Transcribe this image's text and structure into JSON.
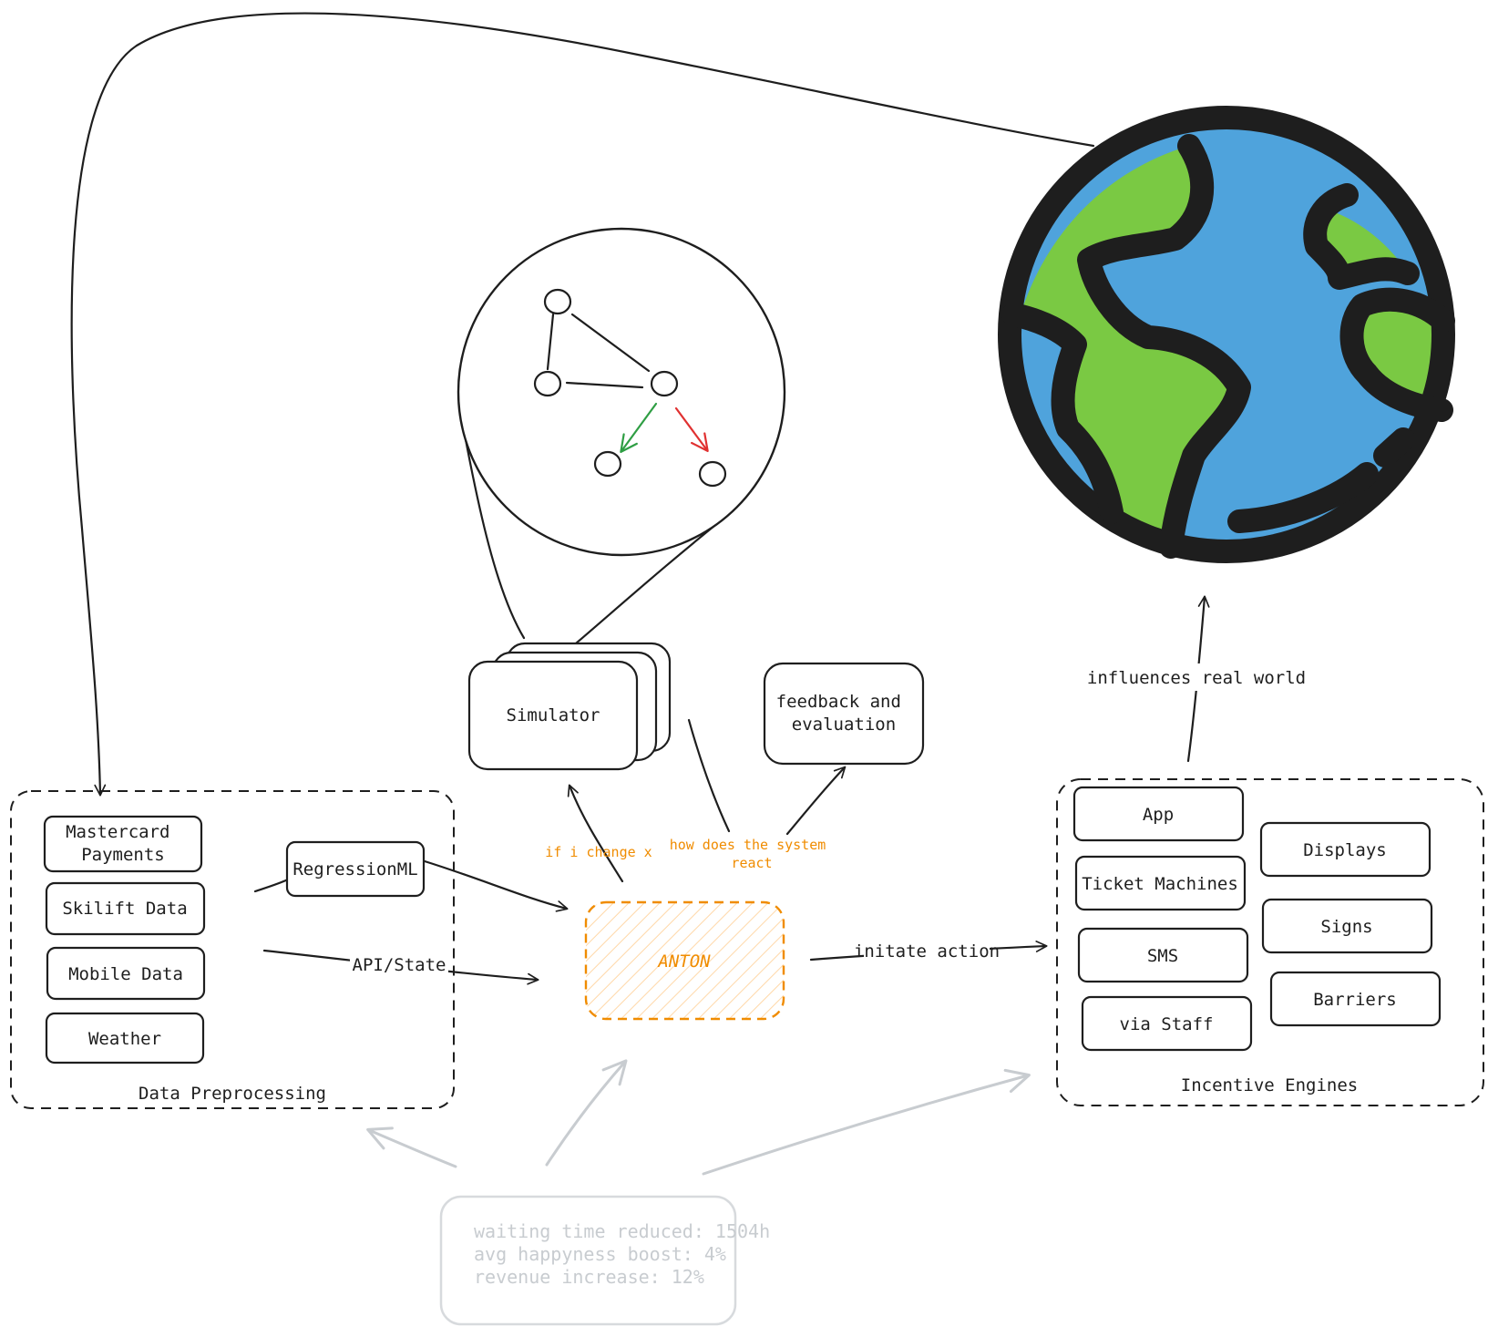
{
  "colors": {
    "ink": "#1e1e1e",
    "accent_orange": "#f08c00",
    "faded_gray": "#c8ccd0",
    "ocean_blue": "#4fa3dc",
    "land_green": "#7ac943",
    "edge_green": "#2f9e44",
    "edge_red": "#e03131"
  },
  "icons": {
    "world": "globe-icon",
    "graph": "causal-graph-icon"
  },
  "data_preprocessing": {
    "title": "Data Preprocessing",
    "items": [
      "Mastercard\nPayments",
      "Skilift Data",
      "Mobile Data",
      "Weather"
    ],
    "model": "RegressionML"
  },
  "simulator": {
    "label": "Simulator"
  },
  "feedback": {
    "label": "feedback and\nevaluation"
  },
  "anton": {
    "label": "ANTON"
  },
  "incentive_engines": {
    "title": "Incentive Engines",
    "left_items": [
      "App",
      "Ticket Machines",
      "SMS",
      "via Staff"
    ],
    "right_items": [
      "Displays",
      "Signs",
      "Barriers"
    ]
  },
  "edges": {
    "api_state": "API/State",
    "if_change": "if i change x",
    "how_react": "how does the system\nreact",
    "initiate_action": "initate action",
    "influences": "influences real world"
  },
  "metrics": {
    "lines": [
      "waiting time reduced: 1504h",
      "avg happyness boost: 4%",
      "revenue increase: 12%"
    ]
  }
}
